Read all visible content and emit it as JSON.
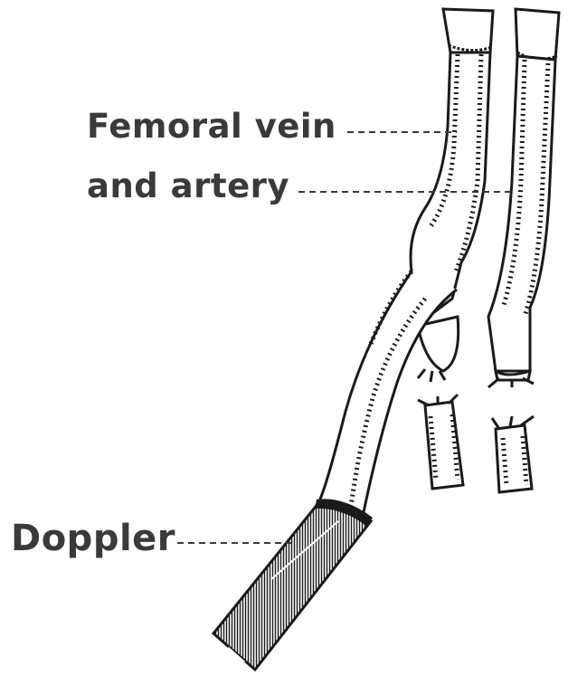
{
  "labels": {
    "femoral_line1": "Femoral vein",
    "femoral_line2": "and artery",
    "doppler": "Doppler"
  },
  "colors": {
    "ink": "#1a1a1a",
    "label": "#3a3a3a",
    "background": "#ffffff"
  }
}
